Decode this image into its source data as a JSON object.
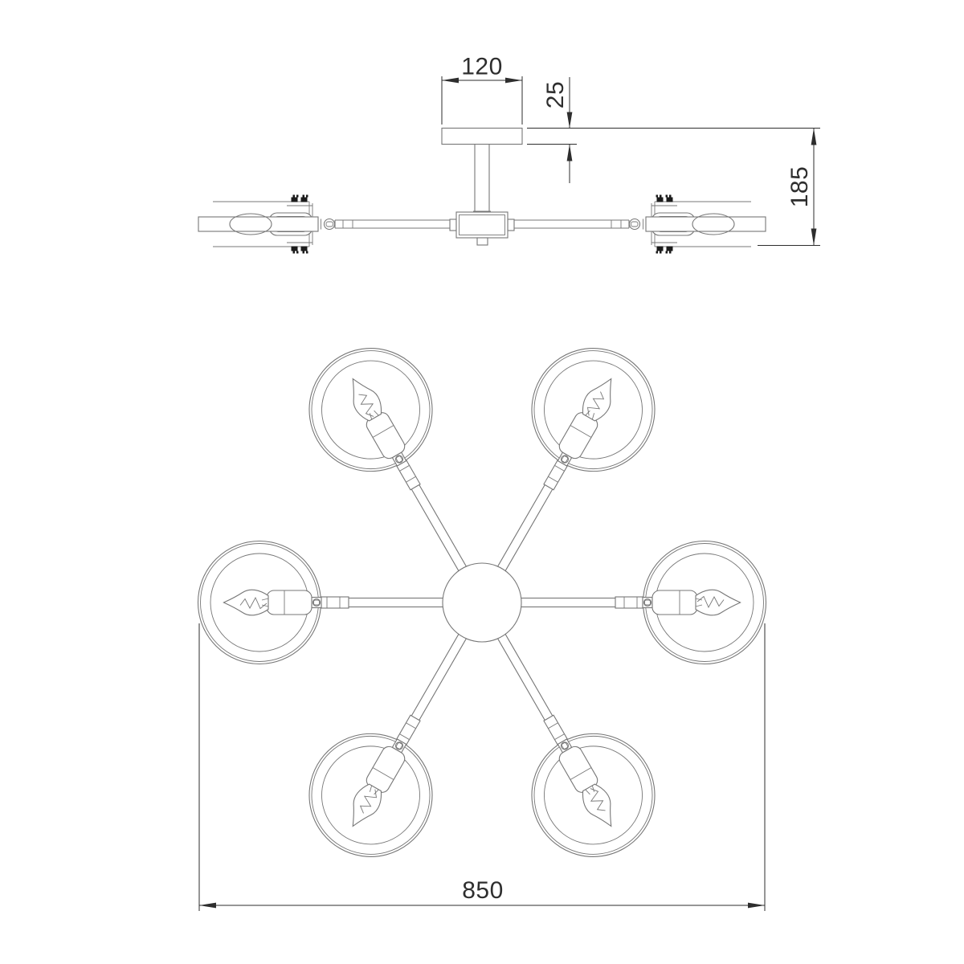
{
  "drawing": {
    "type": "technical line drawing",
    "subject": "6-arm ceiling chandelier, side elevation (top) and plan view (bottom)"
  },
  "dimensions": {
    "canopy_width": "120",
    "canopy_thickness": "25",
    "overall_height": "185",
    "overall_diameter": "850"
  },
  "top_view": {
    "lamp_count": 6,
    "arm_angles_deg": [
      0,
      60,
      120,
      180,
      240,
      300
    ]
  },
  "colors": {
    "background": "#ffffff",
    "outline": "#777777",
    "dimension": "#2e2e2e",
    "bolt": "#1b1b1b"
  }
}
